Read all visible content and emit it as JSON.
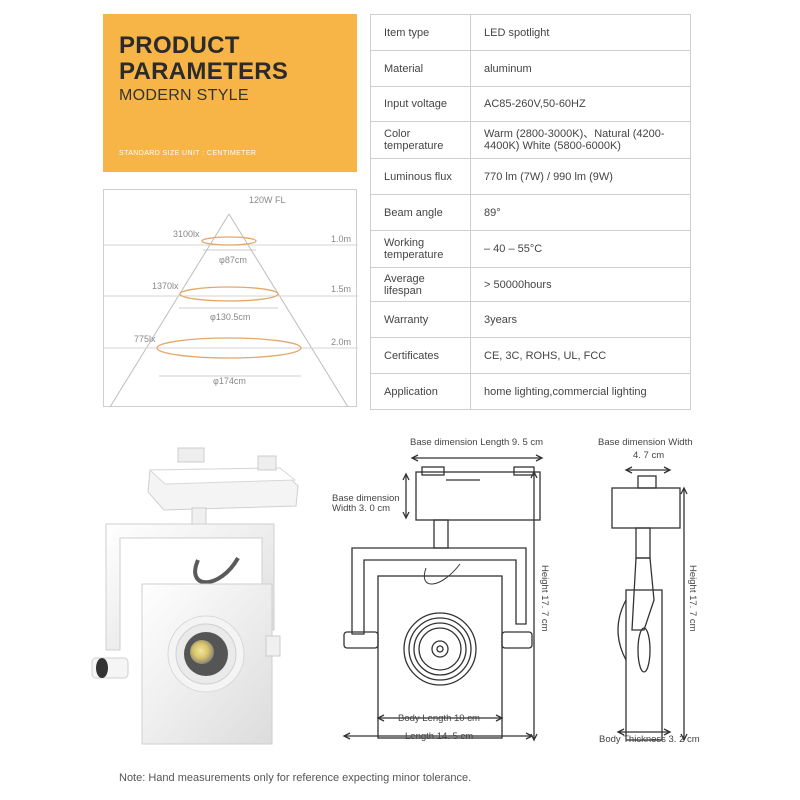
{
  "header": {
    "title": "PRODUCT PARAMETERS",
    "style": "MODERN STYLE",
    "unit_note": "STANDARD SIZE UNIT :  CENTIMETER",
    "color": "#f7b548"
  },
  "light_diagram": {
    "lamp": "120W  FL",
    "rows": [
      {
        "lux": "3100lx",
        "diameter": "φ87cm",
        "distance": "1.0m"
      },
      {
        "lux": "1370lx",
        "diameter": "φ130.5cm",
        "distance": "1.5m"
      },
      {
        "lux": "775lx",
        "diameter": "φ174cm",
        "distance": "2.0m"
      }
    ]
  },
  "params": [
    {
      "key": "Item type",
      "value": "LED spotlight"
    },
    {
      "key": "Material",
      "value": "aluminum"
    },
    {
      "key": "Input voltage",
      "value": "AC85-260V,50-60HZ"
    },
    {
      "key": "Color temperature",
      "value": "Warm (2800-3000K)、Natural (4200-4400K) White (5800-6000K)"
    },
    {
      "key": "Luminous flux",
      "value": "770 lm (7W) / 990 lm (9W)"
    },
    {
      "key": "Beam angle",
      "value": "89°"
    },
    {
      "key": "Working temperature",
      "value": "– 40 – 55°C"
    },
    {
      "key": "Average lifespan",
      "value": "> 50000hours"
    },
    {
      "key": "Warranty",
      "value": "3years"
    },
    {
      "key": "Certificates",
      "value": "CE, 3C, ROHS, UL, FCC"
    },
    {
      "key": "Application",
      "value": "home lighting,commercial lighting"
    }
  ],
  "dimensions": {
    "base_length": "Base dimension Length 9. 5 cm",
    "base_width_dim": "Base dimension Width 3. 0 cm",
    "height": "Height 17. 7 cm",
    "body_length": "Body Length 10 cm",
    "length": "Length 14. 5 cm",
    "base_width": "Base dimension Width",
    "base_width_value": "4. 7 cm",
    "height_side": "Height 17. 7 cm",
    "body_thickness": "Body Thickness 3. 2 cm"
  },
  "note": "Note: Hand measurements only for reference expecting minor tolerance."
}
